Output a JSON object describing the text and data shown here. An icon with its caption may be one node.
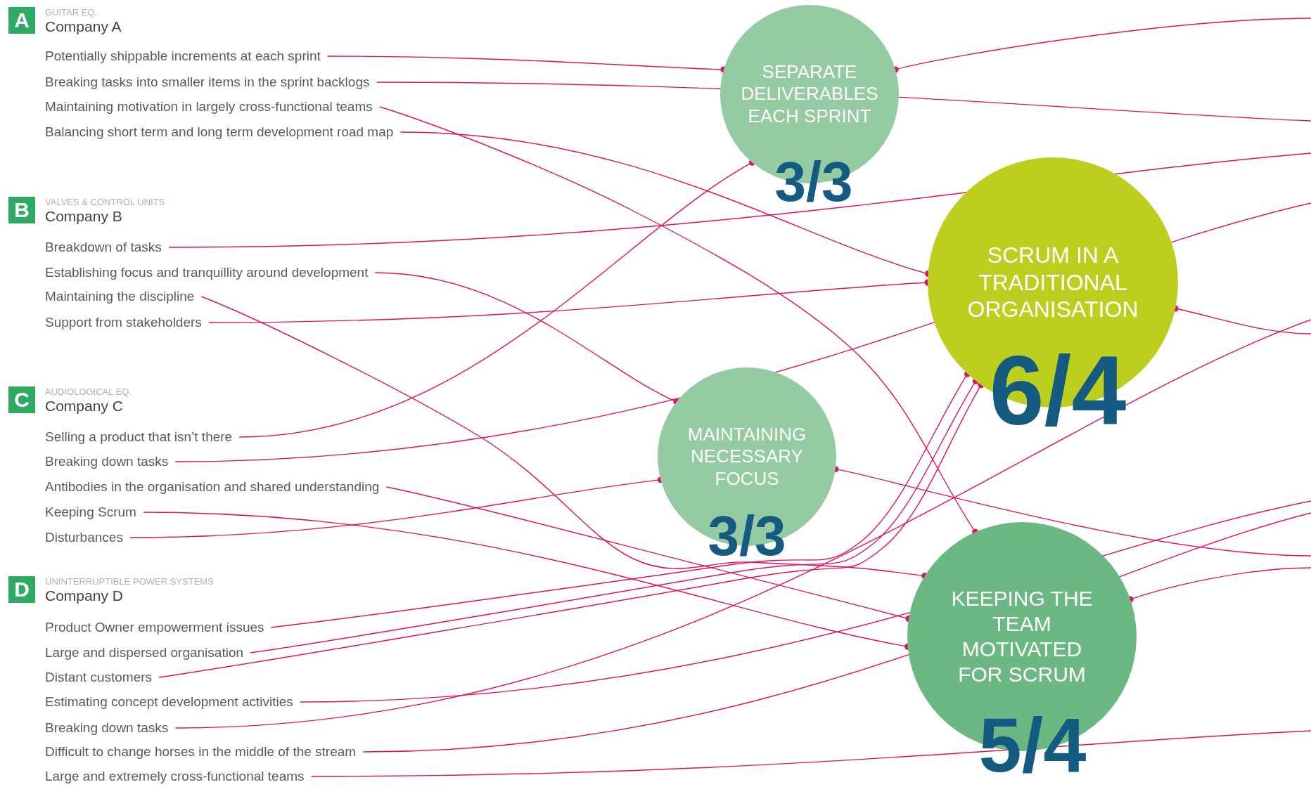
{
  "diagram": {
    "nodes": [
      {
        "text": [
          "A"
        ],
        "beside": [
          "GUITAR EQ.",
          "Company A"
        ]
      },
      {
        "text": [
          "Potentially shippable increments at each sprint"
        ]
      },
      {
        "text": [
          "Breaking tasks into smaller items in the sprint backlogs"
        ]
      },
      {
        "text": [
          "Maintaining motivation in largely cross-functional teams"
        ]
      },
      {
        "text": [
          "Balancing short term and long term development road map"
        ]
      },
      {
        "text": [
          "B"
        ],
        "beside": [
          "VALVES & CONTROL UNITS",
          "Company B"
        ]
      },
      {
        "text": [
          "Breakdown of tasks"
        ]
      },
      {
        "text": [
          "Establishing focus and tranquillity around development"
        ]
      },
      {
        "text": [
          "Maintaining the discipline"
        ]
      },
      {
        "text": [
          "Support from stakeholders"
        ]
      },
      {
        "text": [
          "C"
        ],
        "beside": [
          "AUDIOLOGICAL EQ.",
          "Company C"
        ]
      },
      {
        "text": [
          "Selling a product that isn’t there"
        ]
      },
      {
        "text": [
          "Breaking down tasks"
        ]
      },
      {
        "text": [
          "Antibodies in the organisation and shared understanding"
        ]
      },
      {
        "text": [
          "Keeping Scrum"
        ]
      },
      {
        "text": [
          "Disturbances"
        ]
      },
      {
        "text": [
          "D"
        ],
        "beside": [
          "UNINTERRUPTIBLE POWER SYSTEMS",
          "Company D"
        ]
      },
      {
        "text": [
          "Product Owner empowerment issues"
        ]
      },
      {
        "text": [
          "Large and dispersed organisation"
        ]
      },
      {
        "text": [
          "Distant customers"
        ]
      },
      {
        "text": [
          "Estimating concept development activities"
        ]
      },
      {
        "text": [
          "Breaking down tasks"
        ]
      },
      {
        "text": [
          "Difficult to change horses in the middle of the stream"
        ]
      },
      {
        "text": [
          "Large and extremely cross-functional teams"
        ]
      },
      {
        "text": [
          "SEPARATE DELIVERABLES EACH SPRINT",
          "3/3"
        ]
      },
      {
        "text": [
          "SCRUM IN A TRADITIONAL ORGANISATION",
          "6/4"
        ]
      },
      {
        "text": [
          "MAINTAINING NECESSARY FOCUS",
          "3/3"
        ]
      },
      {
        "text": [
          "KEEPING THE TEAM MOTIVATED FOR SCRUM",
          "5/4"
        ]
      }
    ],
    "edges": [
      {
        "from": 1,
        "to": 24,
        "arrow": "other"
      },
      {
        "from": 2,
        "to": null,
        "arrow": "none"
      },
      {
        "from": 3,
        "to": 27,
        "arrow": "other"
      },
      {
        "from": 4,
        "to": 25,
        "arrow": "other"
      },
      {
        "from": 6,
        "to": null,
        "arrow": "none"
      },
      {
        "from": 7,
        "to": 26,
        "arrow": "other"
      },
      {
        "from": 8,
        "to": 27,
        "arrow": "other"
      },
      {
        "from": 9,
        "to": 25,
        "arrow": "other"
      },
      {
        "from": 11,
        "to": 24,
        "arrow": "other"
      },
      {
        "from": 12,
        "to": null,
        "arrow": "none"
      },
      {
        "from": 13,
        "to": 27,
        "arrow": "other"
      },
      {
        "from": 14,
        "to": 27,
        "arrow": "other"
      },
      {
        "from": 15,
        "to": 26,
        "arrow": "other"
      },
      {
        "from": 17,
        "to": 25,
        "arrow": "other"
      },
      {
        "from": 18,
        "to": 25,
        "arrow": "other"
      },
      {
        "from": 19,
        "to": 25,
        "arrow": "other"
      },
      {
        "from": 20,
        "to": null,
        "arrow": "none"
      },
      {
        "from": 21,
        "to": null,
        "arrow": "none"
      },
      {
        "from": 22,
        "to": null,
        "arrow": "none"
      },
      {
        "from": 23,
        "to": null,
        "arrow": "none"
      },
      {
        "from": 24,
        "to": null,
        "arrow": "other"
      },
      {
        "from": 25,
        "to": null,
        "arrow": "other"
      },
      {
        "from": 26,
        "to": null,
        "arrow": "other"
      },
      {
        "from": 27,
        "to": null,
        "arrow": "other"
      }
    ]
  }
}
